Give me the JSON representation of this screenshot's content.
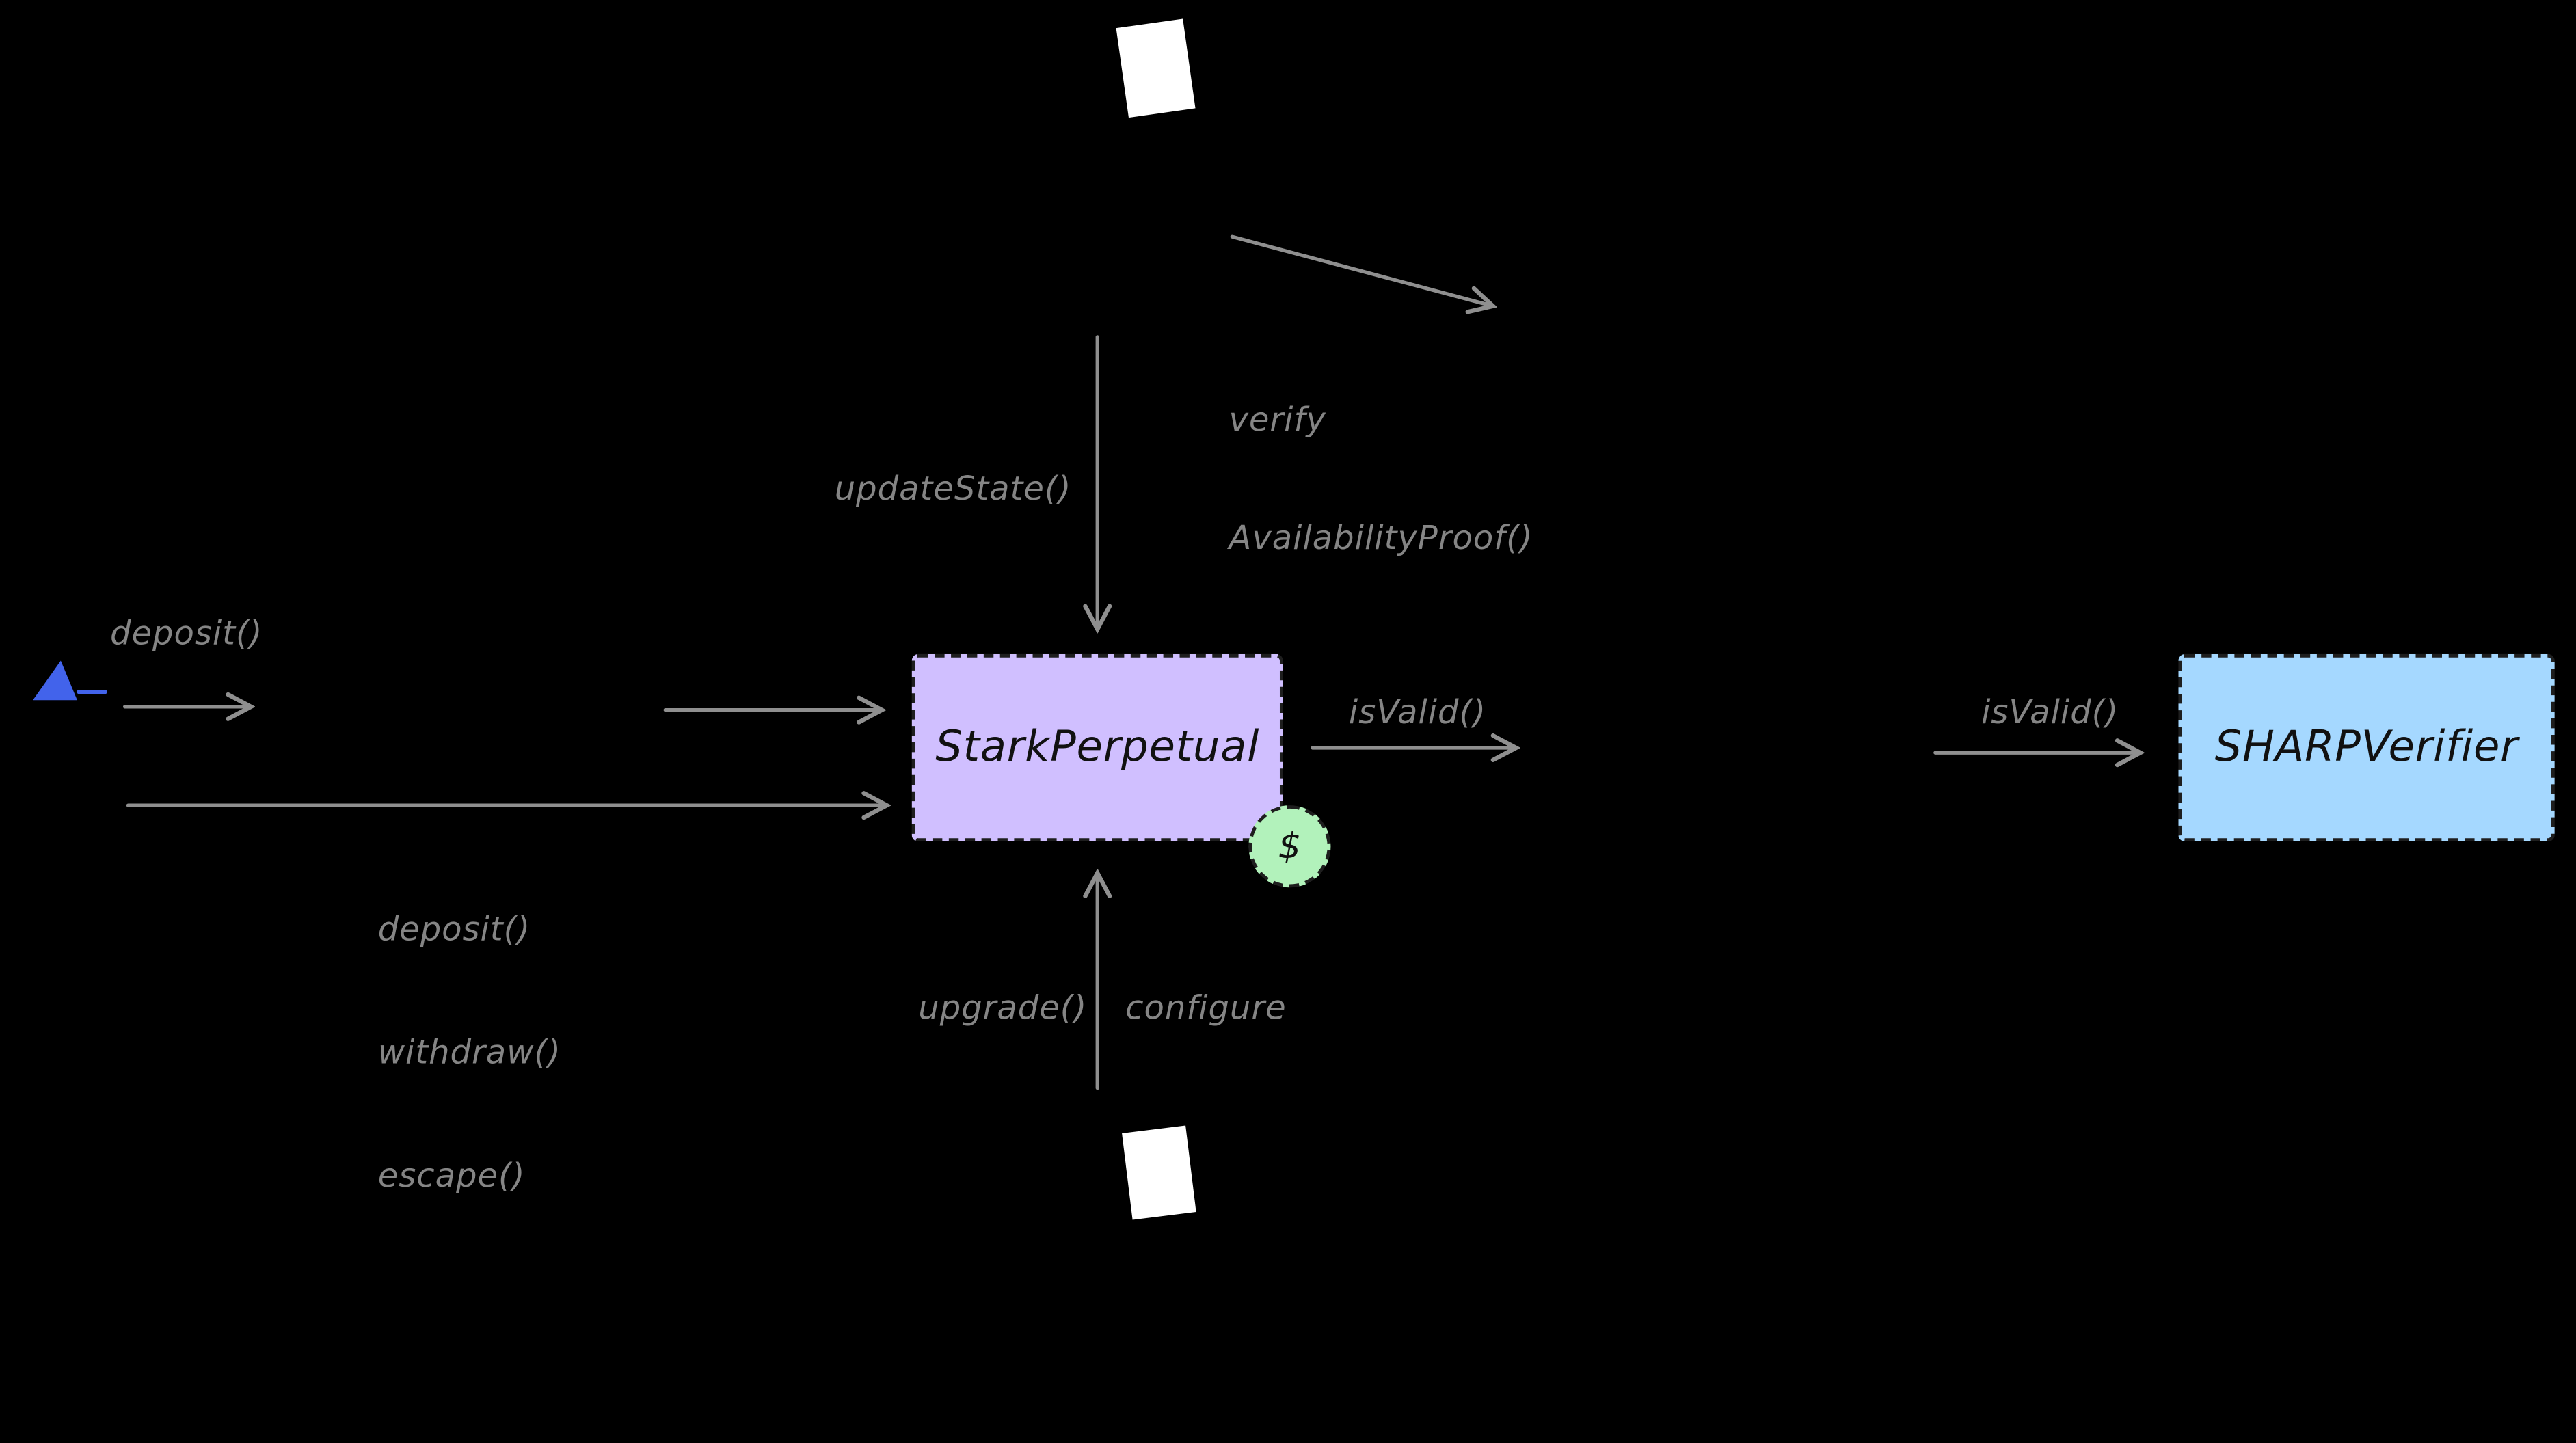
{
  "canvas": {
    "background": "#000000",
    "edge_color": "#8f8f8f",
    "label_color": "#858585"
  },
  "nodes": {
    "stark_perpetual": {
      "label": "StarkPerpetual",
      "fill": "#d0bfff",
      "border": "#1e1e1e"
    },
    "sharp_verifier": {
      "label": "SHARPVerifier",
      "fill": "#a5d8ff",
      "border": "#1e1e1e"
    },
    "dollar_badge": {
      "label": "$",
      "fill": "#b2f2bb",
      "border": "#1e1e1e"
    }
  },
  "icons": {
    "document_top": {
      "name": "document-icon",
      "color": "#ffffff"
    },
    "document_bottom": {
      "name": "document-icon",
      "color": "#ffffff"
    },
    "triangle_marker": {
      "name": "triangle-marker-icon",
      "color": "#4263eb"
    }
  },
  "edge_labels": {
    "update_state": "updateState()",
    "verify_line1": "verify",
    "verify_line2": "AvailabilityProof()",
    "deposit_top": "deposit()",
    "user_ops": [
      "deposit()",
      "withdraw()",
      "escape()"
    ],
    "is_valid_left": "isValid()",
    "is_valid_right": "isValid()",
    "upgrade": "upgrade()",
    "configure": "configure"
  }
}
